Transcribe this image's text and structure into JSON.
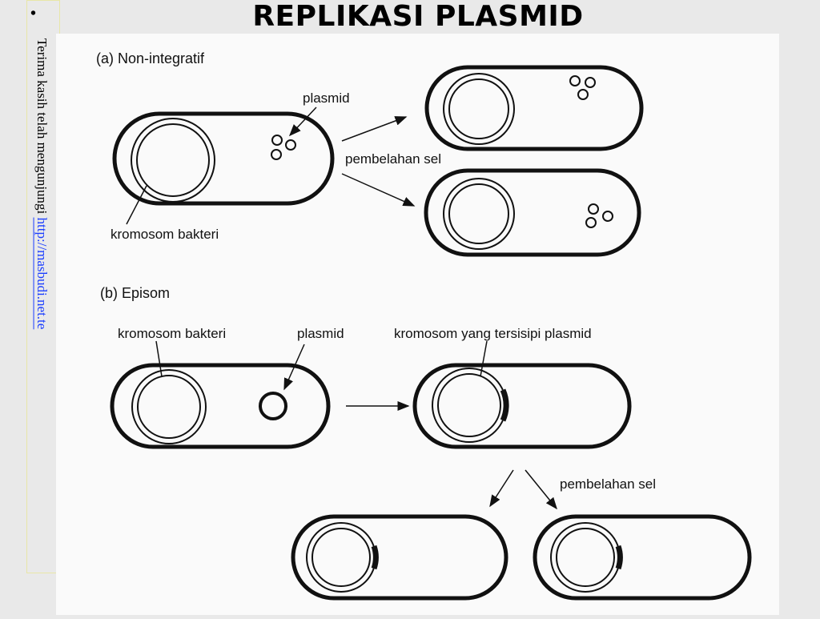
{
  "slide": {
    "bullet": "•",
    "title": "REPLIKASI PLASMID",
    "sidebar_text": "Terima kasih telah mengunjungi ",
    "sidebar_link": "http://masbudi.net.te"
  },
  "diagram": {
    "section_a": "(a) Non-integratif",
    "section_b": "(b) Episom",
    "label_plasmid_a": "plasmid",
    "label_chromosome_a": "kromosom bakteri",
    "label_division_a": "pembelahan sel",
    "label_chromosome_b": "kromosom bakteri",
    "label_plasmid_b": "plasmid",
    "label_integrated": "kromosom yang tersisipi plasmid",
    "label_division_b": "pembelahan sel"
  }
}
